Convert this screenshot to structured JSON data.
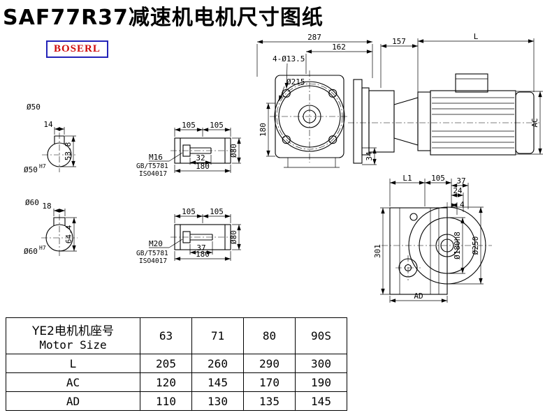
{
  "title": "SAF77R37减速机电机尺寸图纸",
  "logo": "BOSERL",
  "views": {
    "shaft_section_50": {
      "dia": "Ø50",
      "key_width": "14",
      "key_height": "53.8",
      "bore": "Ø50",
      "bore_tol": "H7"
    },
    "shaft_section_60": {
      "dia": "Ø60",
      "key_width": "18",
      "key_height": "64.4",
      "bore": "Ø60",
      "bore_tol": "H7"
    },
    "shaft_end_m16": {
      "seg1": "105",
      "seg2": "105",
      "thread_len": "32",
      "total_len": "180",
      "dia": "Ø80",
      "bolt": "M16",
      "std1": "GB/T5781",
      "std2": "ISO4017"
    },
    "shaft_end_m20": {
      "seg1": "105",
      "seg2": "105",
      "thread_len": "37",
      "total_len": "180",
      "dia": "Ø80",
      "bolt": "M20",
      "std1": "GB/T5781",
      "std2": "ISO4017"
    },
    "front_view": {
      "overall_width": "287",
      "upper_width": "162",
      "holes": "4-Ø13.5",
      "bolt_circle": "Ø215",
      "height": "180",
      "bottom_offset": "34"
    },
    "side_view": {
      "adapter_len": "157",
      "motor_len": "L",
      "motor_dia": "AC"
    },
    "flange_view": {
      "l1": "L1",
      "len105": "105",
      "d37": "37",
      "d24": "24",
      "d4": "4",
      "height": "301",
      "spigot": "Ø180h8",
      "flange_dia": "Ø250",
      "ad": "AD"
    }
  },
  "table": {
    "rows": [
      {
        "label_cn": "YE2电机机座号",
        "label_en": "Motor Size",
        "values": [
          "63",
          "71",
          "80",
          "90S"
        ]
      },
      {
        "label": "L",
        "values": [
          "205",
          "260",
          "290",
          "300"
        ]
      },
      {
        "label": "AC",
        "values": [
          "120",
          "145",
          "170",
          "190"
        ]
      },
      {
        "label": "AD",
        "values": [
          "110",
          "130",
          "135",
          "145"
        ]
      }
    ]
  }
}
